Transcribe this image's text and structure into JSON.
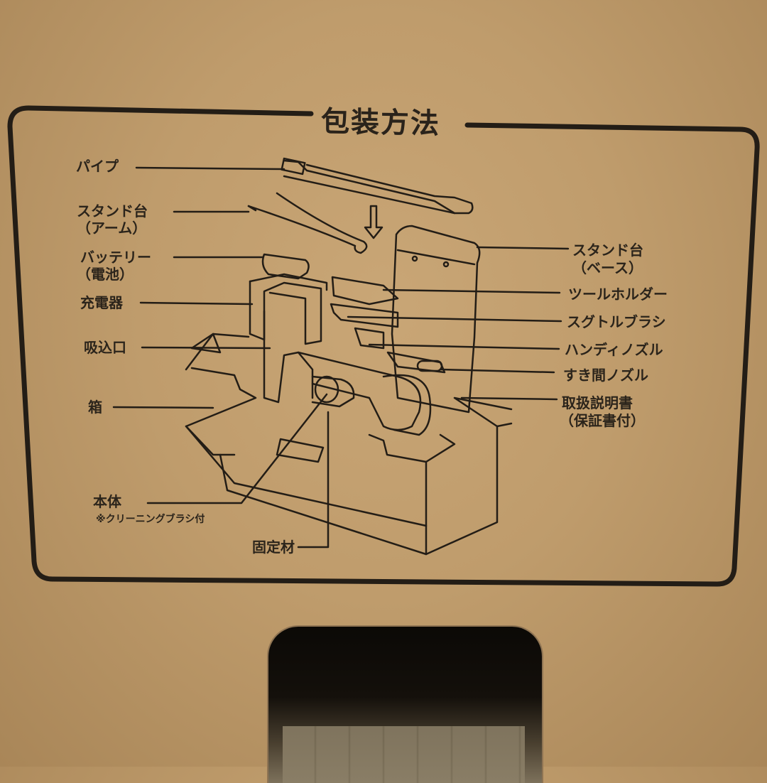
{
  "photo": {
    "subject": "cardboard box side panel with printed packaging instructions",
    "background_color": "#c4a170",
    "ink_color": "#2a231b"
  },
  "diagram": {
    "title": "包装方法",
    "labels_left": [
      {
        "id": "pipe",
        "text": "パイプ"
      },
      {
        "id": "stand-arm",
        "text": "スタンド台",
        "subtext": "（アーム）"
      },
      {
        "id": "battery",
        "text": "バッテリー",
        "subtext": "（電池）"
      },
      {
        "id": "charger",
        "text": "充電器"
      },
      {
        "id": "suction-port",
        "text": "吸込口"
      },
      {
        "id": "box",
        "text": "箱"
      },
      {
        "id": "main-body",
        "text": "本体",
        "subtext": "※クリーニングブラシ付"
      },
      {
        "id": "fixing-material",
        "text": "固定材"
      }
    ],
    "labels_right": [
      {
        "id": "stand-base",
        "text": "スタンド台",
        "subtext": "（ベース）"
      },
      {
        "id": "tool-holder",
        "text": "ツールホルダー"
      },
      {
        "id": "sukuguto-brush",
        "text": "スグトルブラシ"
      },
      {
        "id": "handy-nozzle",
        "text": "ハンディノズル"
      },
      {
        "id": "crevice-nozzle",
        "text": "すき間ノズル"
      },
      {
        "id": "manual",
        "text": "取扱説明書",
        "subtext": "（保証書付）"
      }
    ]
  },
  "box_cutout": {
    "description": "hand-hold cutout with corrugated edge"
  }
}
